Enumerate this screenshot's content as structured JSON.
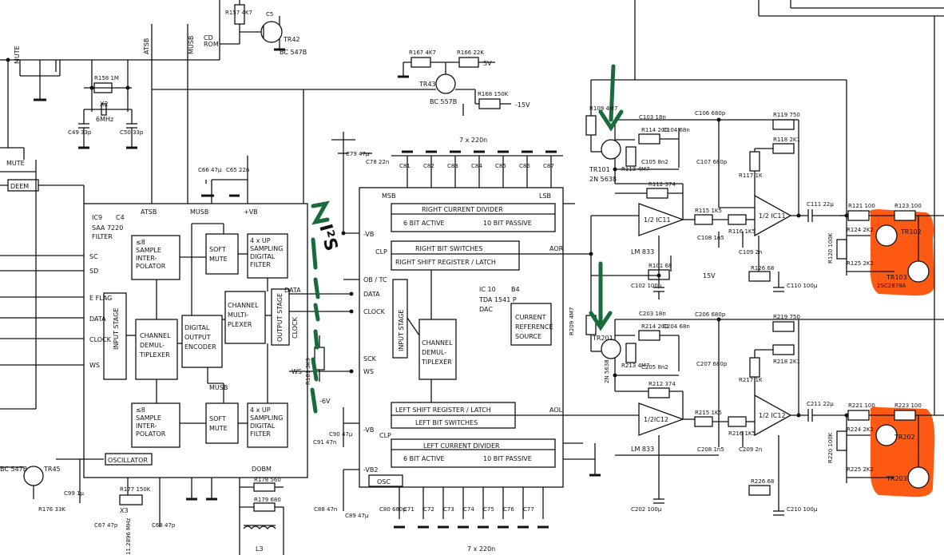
{
  "ic9": {
    "ref": "IC9",
    "part": "SAA 7220",
    "func": "FILTER",
    "grid": "C4",
    "blocks": {
      "sip_top": [
        "≤8",
        "SAMPLE",
        "INTER-",
        "POLATOR"
      ],
      "sip_bot": [
        "≤8",
        "SAMPLE",
        "INTER-",
        "POLATOR"
      ],
      "mute_top": [
        "SOFT",
        "MUTE"
      ],
      "mute_bot": [
        "SOFT",
        "MUTE"
      ],
      "filt_top": [
        "4 x UP",
        "SAMPLING",
        "DIGITAL",
        "FILTER"
      ],
      "filt_bot": [
        "4 x UP",
        "SAMPLING",
        "DIGITAL",
        "FILTER"
      ],
      "input_stage": "INPUT STAGE",
      "demux": [
        "CHANNEL",
        "DEMUL-",
        "TIPLEXER"
      ],
      "encoder": [
        "DIGITAL",
        "OUTPUT",
        "ENCODER"
      ],
      "mux": [
        "CHANNEL",
        "MULTI-",
        "PLEXER"
      ],
      "output_stage": "OUTPUT STAGE",
      "oscillator": "OSCILLATOR"
    },
    "pins_left": [
      "SC",
      "SD",
      "E FLAG",
      "DATA",
      "CLOCK",
      "WS"
    ],
    "pins_top": [
      "ATSB",
      "MUSB",
      "+VB"
    ],
    "pins_right": [
      "DATA",
      "CLOCK",
      "WS"
    ],
    "musb": "MUSB",
    "dobm": "DOBM"
  },
  "ic10": {
    "ref": "IC 10",
    "grid": "B4",
    "part": "TDA 1541 P",
    "func": "DAC",
    "msb": "MSB",
    "lsb": "LSB",
    "blocks": {
      "rcd": "RIGHT CURRENT DIVIDER",
      "r6": "6 BIT ACTIVE",
      "r10": "10 BIT PASSIVE",
      "rbs": "RIGHT BIT SWITCHES",
      "rsr": "RIGHT SHIFT REGISTER / LATCH",
      "input_stage": "INPUT STAGE",
      "demux": [
        "CHANNEL",
        "DEMUL-",
        "TIPLEXER"
      ],
      "crs": [
        "CURRENT",
        "REFERENCE",
        "SOURCE"
      ],
      "lsr": "LEFT SHIFT REGISTER / LATCH",
      "lbs": "LEFT BIT SWITCHES",
      "lcd": "LEFT CURRENT DIVIDER",
      "l6": "6 BIT ACTIVE",
      "l10": "10 BIT PASSIVE",
      "osc": "OSC"
    },
    "pin_labels": [
      "-VB",
      "OB / TC",
      "DATA",
      "CLOCK",
      "SCK",
      "WS",
      "-VB",
      "-VB2",
      "CLP",
      "AOR",
      "AOL",
      "CLP"
    ],
    "caps_top": "7 x 220n",
    "caps_bot": "7 x 220n"
  },
  "labels": {
    "cd_rom": [
      "CD",
      "ROM"
    ],
    "mute": "MUTE",
    "mute2": "MUTE",
    "atsb": "ATSB",
    "musb": "MUSB",
    "deem": "DEEM",
    "tr42": "TR42",
    "bc547b": "BC 547B",
    "tr43": "TR43",
    "bc557b": "BC 557B",
    "tr45": "TR45",
    "bc547b_2": "BC 547B",
    "x2": "X2",
    "x2f": "6MHz",
    "x3": "X3",
    "x3f": "11.2896 MHz",
    "v5": "5V",
    "vn15": "-15V",
    "vn6": "-6V",
    "v15": "15V",
    "lm833_a": "LM 833",
    "lm833_b": "LM 833",
    "ic11a": "1/2 IC11",
    "ic11b": "1/2 IC11",
    "ic12a": "1/2IC12",
    "ic12b": "1/2 IC12",
    "tr101": "TR101",
    "tr201": "TR201",
    "tr101p": "2N 5638",
    "tr201p": "2N 5638",
    "tr102": "TR102",
    "tr103": "TR103",
    "tr202": "TR202",
    "tr203": "TR203",
    "sc2878a": "2SC2878A",
    "l3": "L3"
  },
  "components": [
    "R157 4K7",
    "C5",
    "R167 4K7",
    "R166 22K",
    "R168 150K",
    "R158 1M",
    "C49 33p",
    "C50 33p",
    "C66 47μ",
    "C65 22n",
    "C79 47μ",
    "C78 22n",
    "C81",
    "C82",
    "C83",
    "C84",
    "C85",
    "C86",
    "C87",
    "R181 3K9",
    "C91 47n",
    "C90 47μ",
    "C88 47n",
    "C89 47μ",
    "C80 680p",
    "C71",
    "C72",
    "C73",
    "C74",
    "C75",
    "C76",
    "C77",
    "C99 1μ",
    "R177 150K",
    "R176 33K",
    "R178 560",
    "R179 680",
    "C67 47p",
    "C68 47p",
    "R109 4M7",
    "R114 200",
    "C104 68n",
    "C103 18n",
    "C106 680p",
    "R119 750",
    "R118 2K1",
    "R117 1K",
    "C107 680p",
    "C105 8n2",
    "R113 4M7",
    "R112 374",
    "R115 1K5",
    "R116 1K5",
    "C108 1n5",
    "C109 2n",
    "R101 68",
    "C102 100μ",
    "R126 68",
    "C110 100μ",
    "C111 22μ",
    "R121 100",
    "R123 100",
    "R124 2K2",
    "R125 2K2",
    "R120 100K",
    "R209 4M7",
    "R214 200",
    "C204 68n",
    "C203 18n",
    "C206 680p",
    "R219 750",
    "R218 2K1",
    "R217 1K",
    "C207 680p",
    "C205 8n2",
    "R213 4M7",
    "R212 374",
    "R215 1K5",
    "R216 1K5",
    "C208 1n5",
    "C209 2n",
    "R226 68",
    "C202 100μ",
    "C210 100μ",
    "C211 22μ",
    "R221 100",
    "R223 100",
    "R224 2K2",
    "R225 2K2",
    "R220 100K"
  ],
  "annotations": {
    "handwritten": "I²S",
    "marker_color": "#1a6b3c",
    "highlight_color": "#ff5a14"
  }
}
